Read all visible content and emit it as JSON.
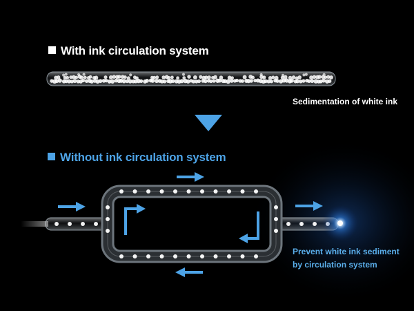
{
  "headings": {
    "top": "With ink circulation system",
    "bottom": "Without ink circulation system"
  },
  "captions": {
    "sedimentation": "Sedimentation of white ink",
    "prevent_line1": "Prevent white ink sediment",
    "prevent_line2": "by circulation system"
  },
  "colors": {
    "accent_blue": "#4da3e6",
    "background": "#000000",
    "ink_particles": "#ffffff"
  },
  "icons": [
    "down-triangle-arrow",
    "flow-arrow-right",
    "flow-arrow-left",
    "circular-flow-arrows",
    "light-glow"
  ]
}
